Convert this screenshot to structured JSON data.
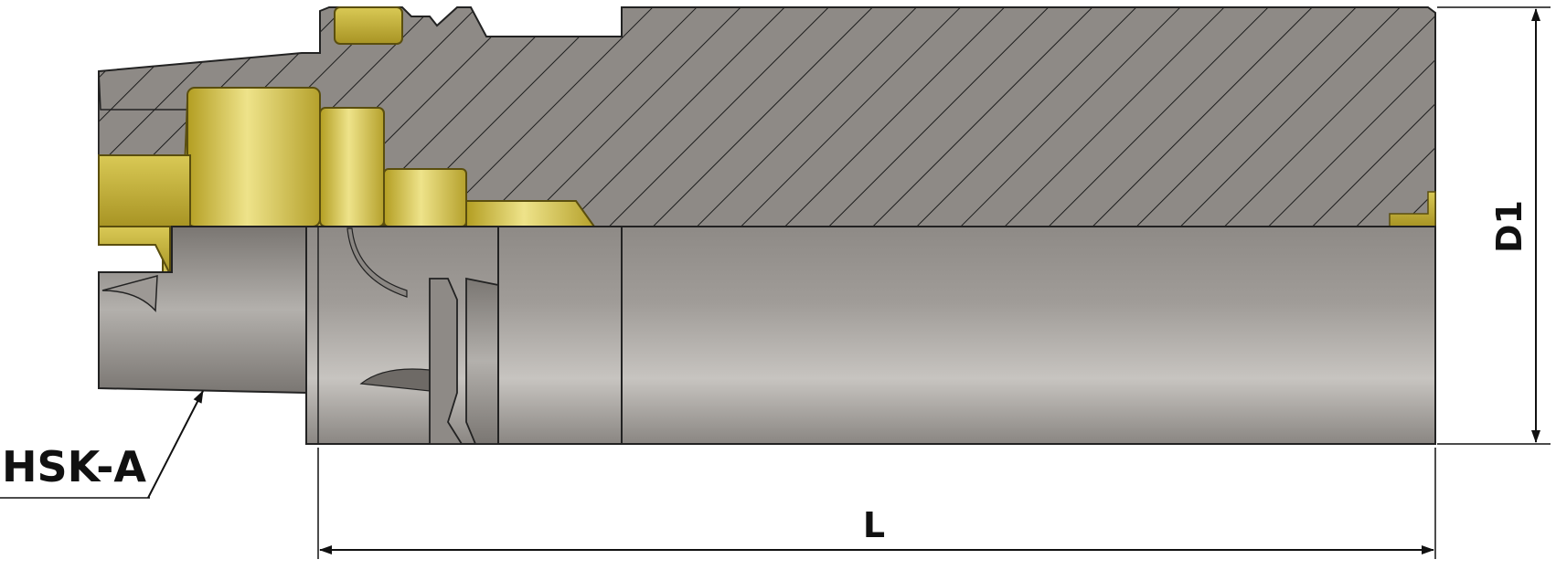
{
  "labels": {
    "connection": "HSK-A",
    "length": "L",
    "diameter": "D1"
  },
  "colors": {
    "steel_dark": "#7d7975",
    "steel_mid": "#a8a4a0",
    "steel_light": "#c9c6c2",
    "section": "#8f8b87",
    "hatch": "#1c1c1c",
    "brass": "#c9b436",
    "brass_light": "#efe68a",
    "outline": "#222222",
    "dimension": "#111111"
  }
}
